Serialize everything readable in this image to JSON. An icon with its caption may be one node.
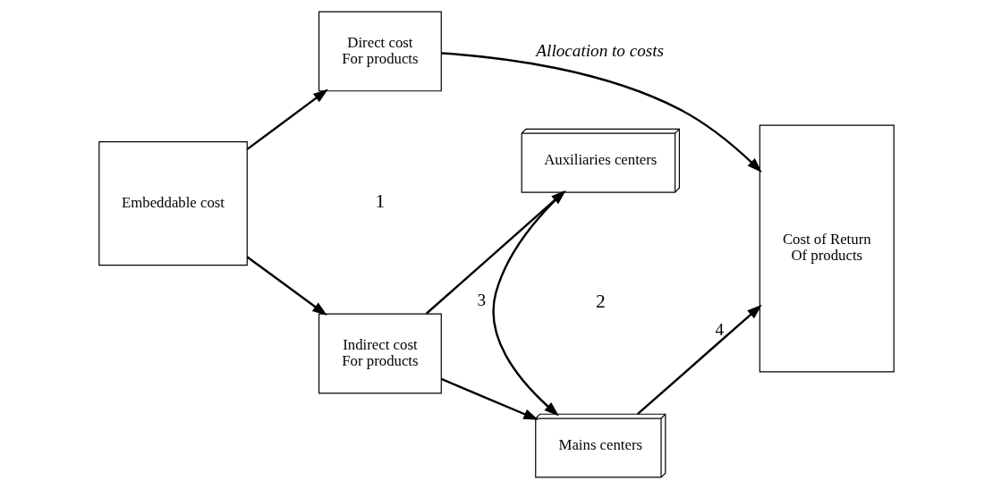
{
  "diagram": {
    "nodes": [
      {
        "text": [
          "Embeddable cost"
        ]
      },
      {
        "text": [
          "Direct cost",
          "For products"
        ]
      },
      {
        "text": [
          "Indirect cost",
          "For products"
        ]
      },
      {
        "text": [
          "Auxiliaries centers"
        ]
      },
      {
        "text": [
          "Mains centers"
        ]
      },
      {
        "text": [
          "Cost of Return",
          "Of products"
        ]
      }
    ],
    "edges": [
      {
        "from": 0,
        "to": 1,
        "arrow": "to"
      },
      {
        "from": 0,
        "to": 2,
        "arrow": "to"
      },
      {
        "from": 1,
        "to": 5,
        "arrow": "to",
        "label": "Allocation to costs"
      },
      {
        "from": 2,
        "to": 3,
        "arrow": "to"
      },
      {
        "from": 2,
        "to": 4,
        "arrow": "to"
      },
      {
        "from": 3,
        "to": 4,
        "arrow": "to",
        "label": "3"
      },
      {
        "from": 4,
        "to": 5,
        "arrow": "to",
        "label": "4"
      }
    ],
    "labels": [
      "1",
      "2"
    ]
  }
}
